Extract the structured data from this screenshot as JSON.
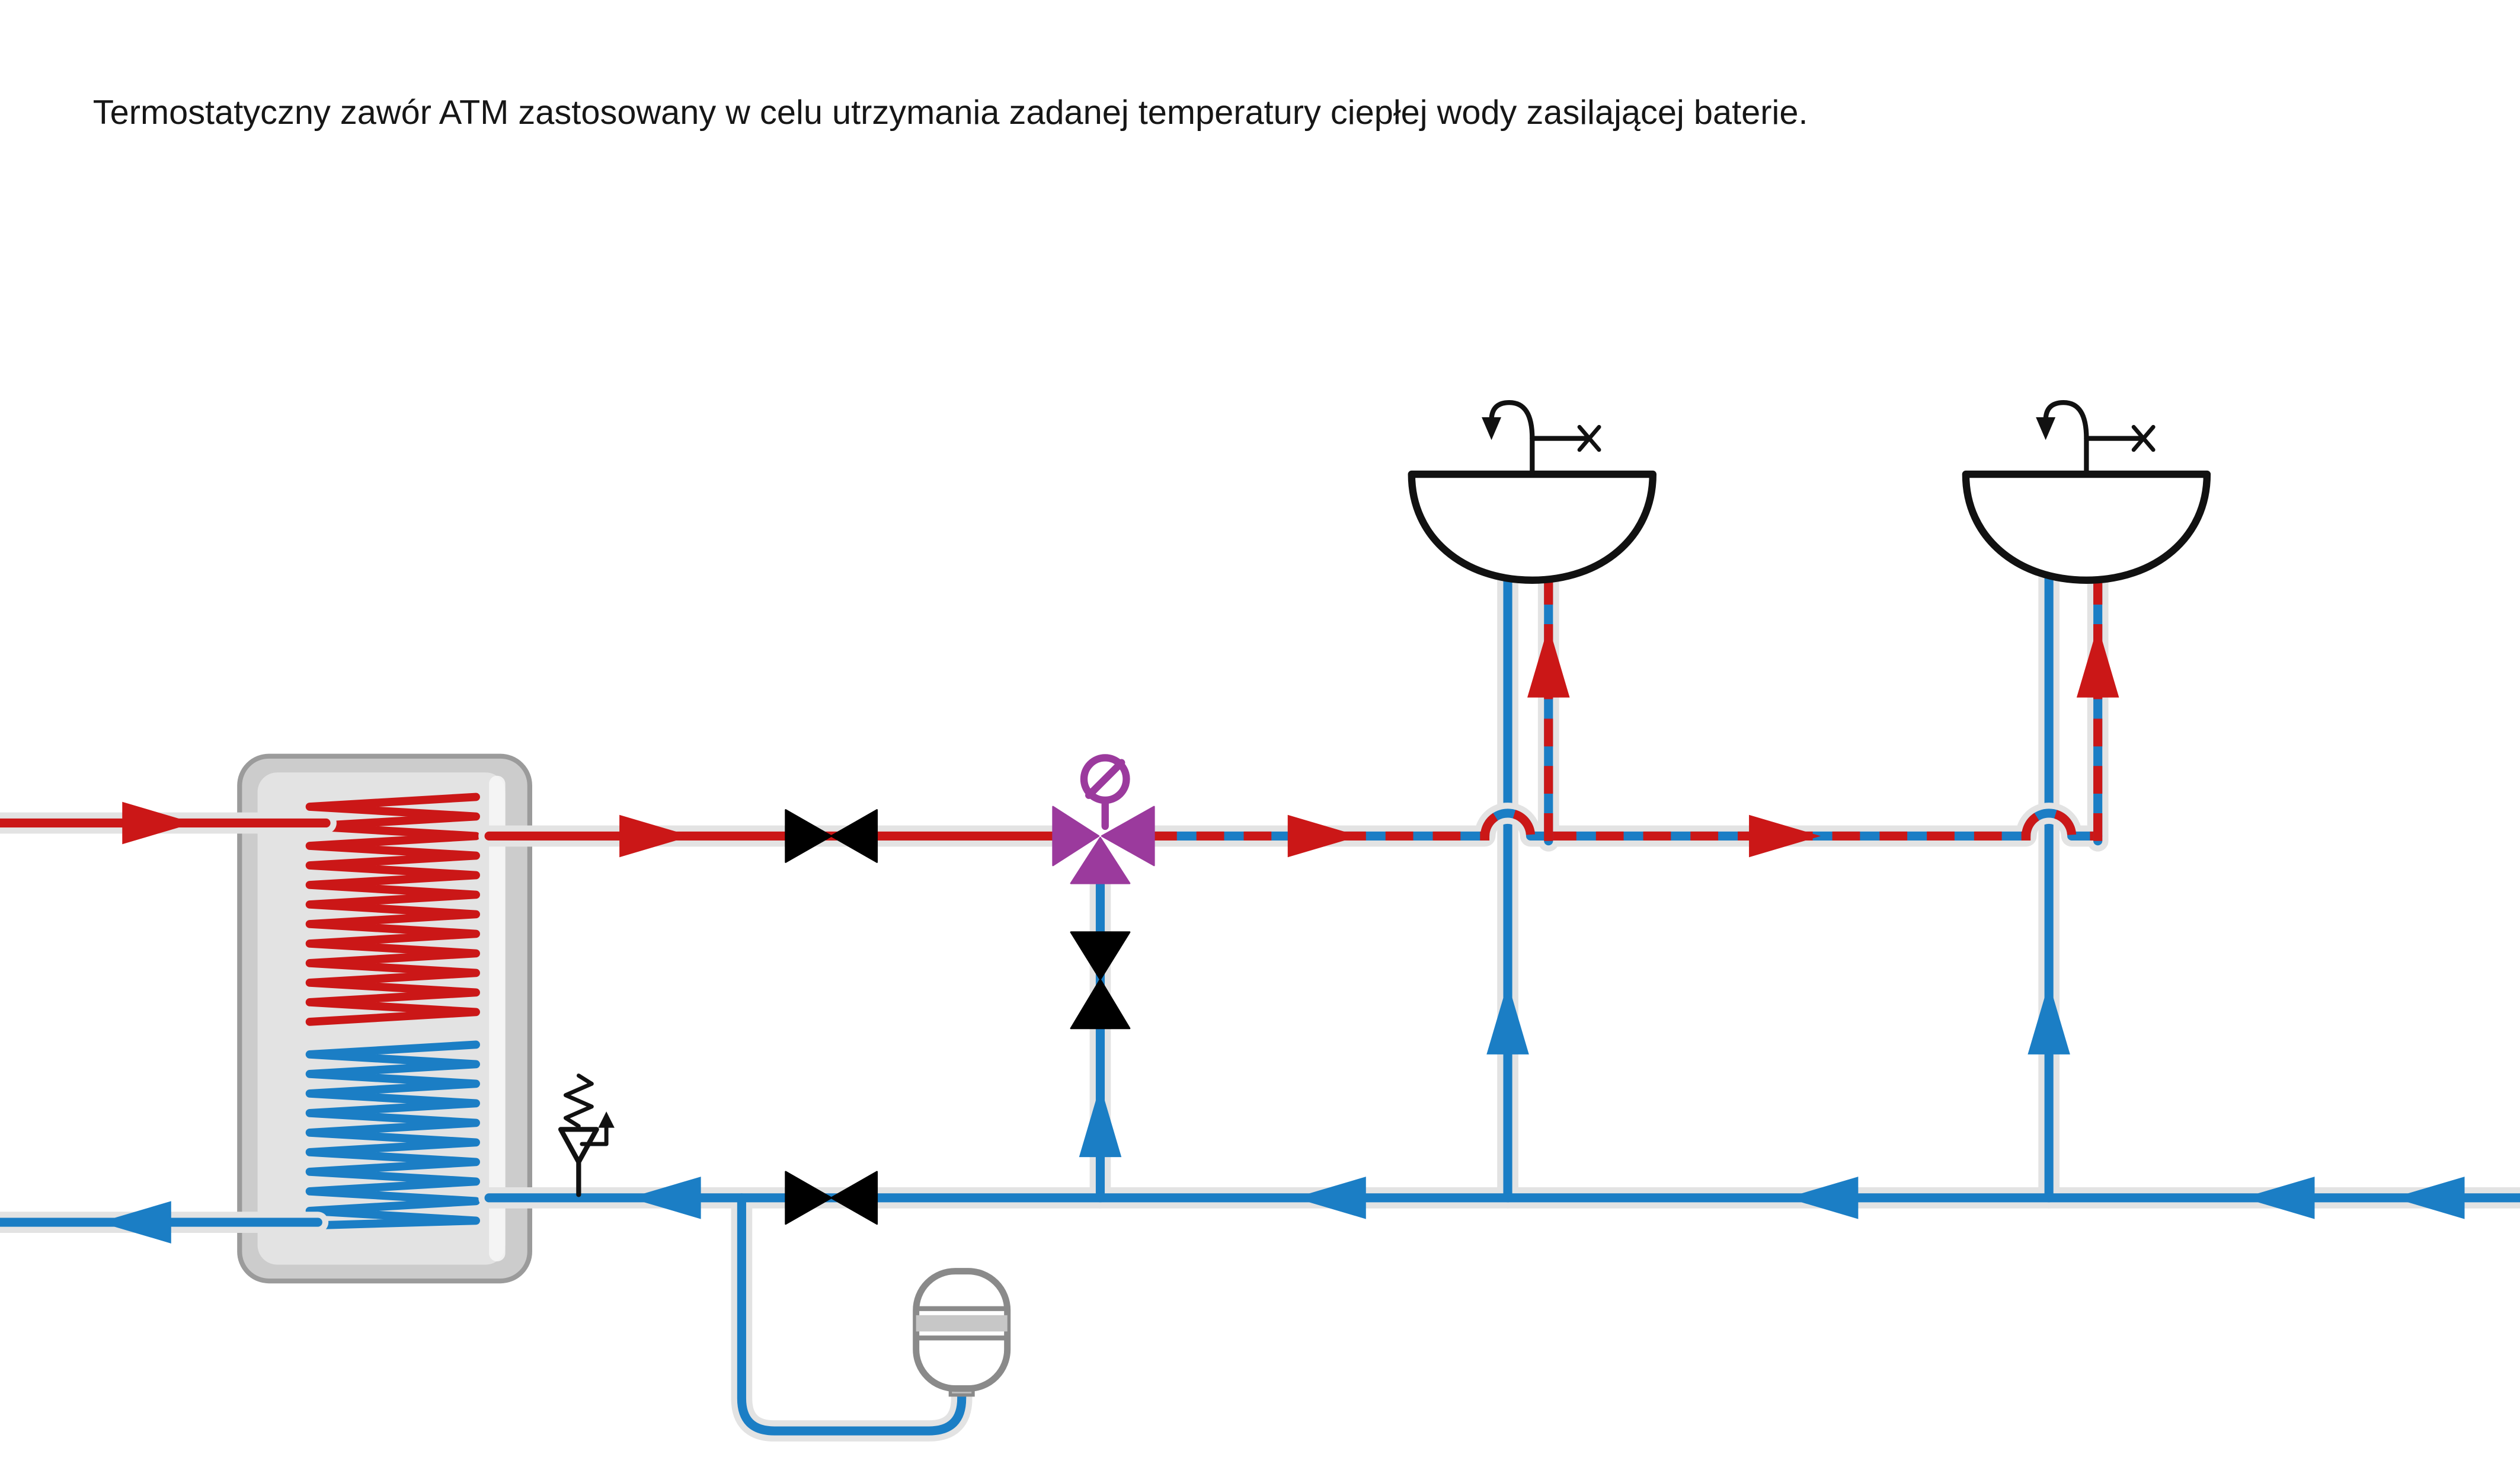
{
  "title": "Termostatyczny zawór ATM zastosowany w celu utrzymania zadanej temperatury ciepłej wody zasilającej baterie.",
  "colors": {
    "hot": "#cb1717",
    "cold": "#1b7ec5",
    "mixing": "#9b3a9d",
    "casing": "#e3e3e3",
    "tank_body": "#cccccc",
    "tank_inner": "#e3e3e3",
    "tank_border": "#9b9b9b"
  },
  "components": {
    "tank": "storage-tank-with-heating-coil",
    "mixing_valve": "thermostatic-mixing-valve-ATM",
    "shutoff_valve_hot": "shutoff-valve-hot-line",
    "shutoff_valve_cold": "shutoff-valve-cold-line",
    "shutoff_valve_branch": "shutoff-valve-mixing-branch",
    "safety_valve": "safety-relief-valve",
    "expansion_vessel": "expansion-vessel",
    "sink_left": "washbasin-with-tap",
    "sink_right": "washbasin-with-tap",
    "hot_line": "hot-water-supply",
    "cold_line": "cold-water-supply",
    "mixed_line": "mixed-water-line"
  }
}
